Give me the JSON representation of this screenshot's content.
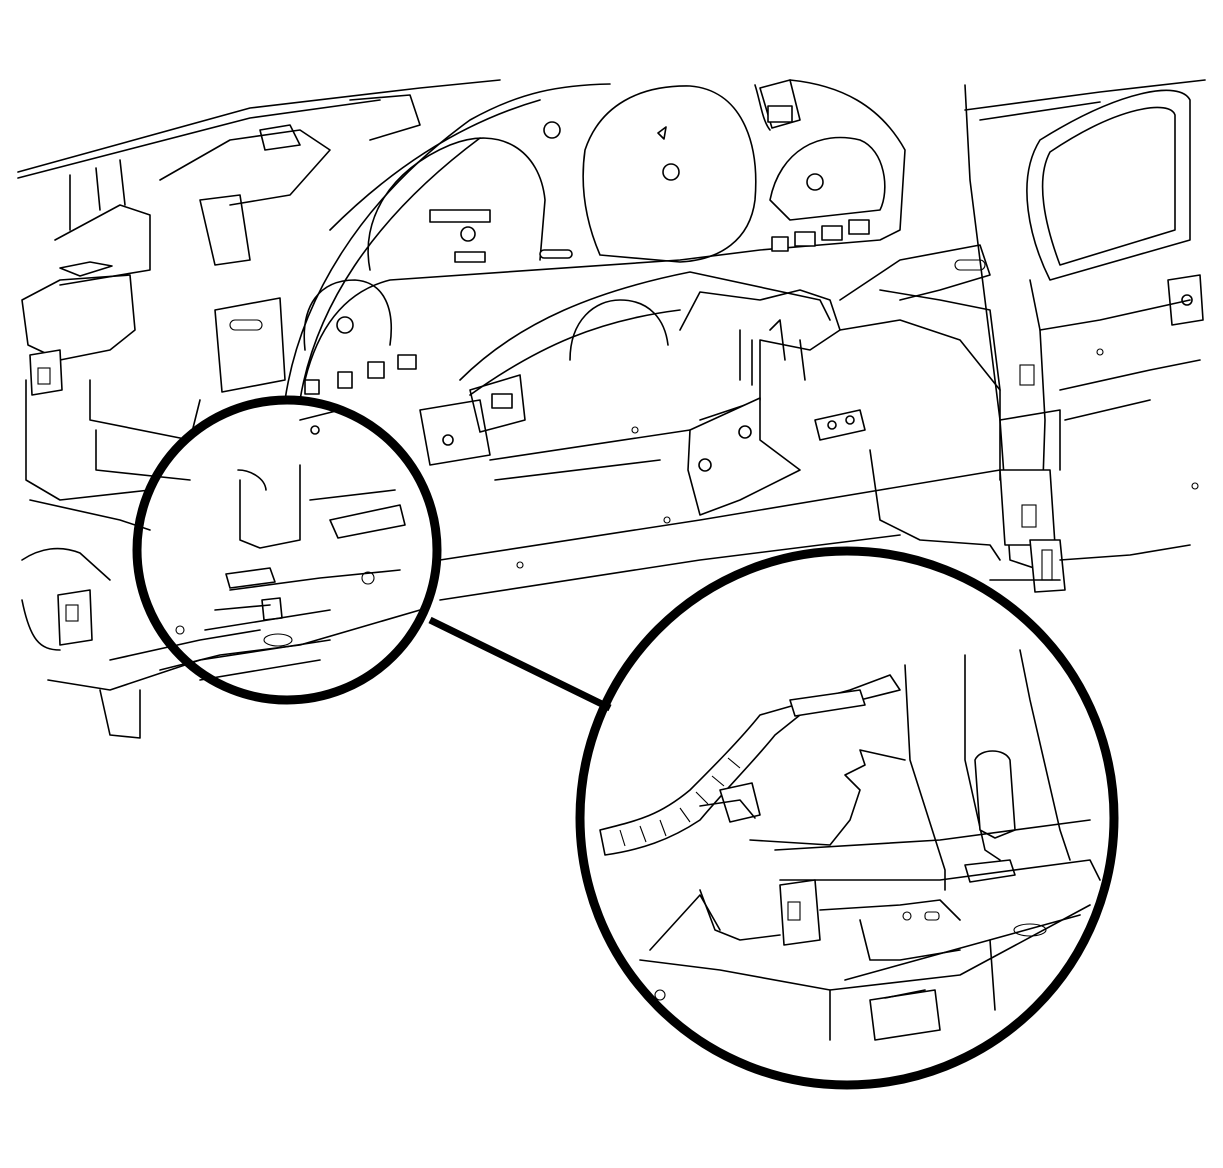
{
  "diagram": {
    "kind": "service-manual-line-illustration",
    "subject": "instrument-panel-carrier-with-wiring-harness-detail",
    "callouts": [
      {
        "id": "detail-source",
        "shape": "circle"
      },
      {
        "id": "detail-magnified",
        "shape": "circle"
      }
    ],
    "stroke_color": "#000000",
    "background_color": "#ffffff"
  }
}
